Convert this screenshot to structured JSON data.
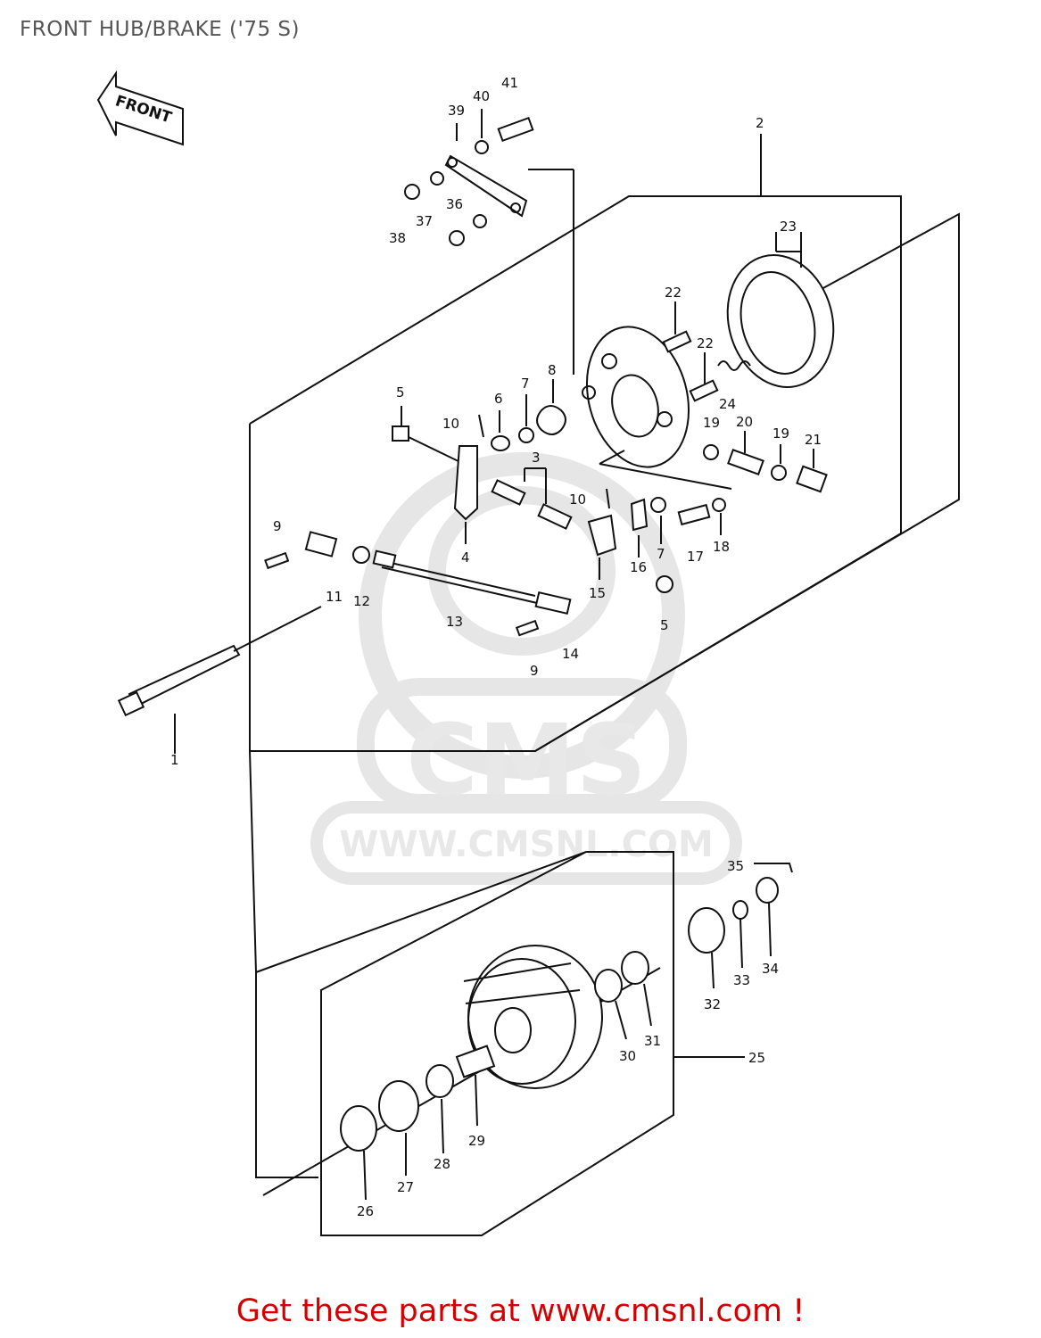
{
  "title": "FRONT HUB/BRAKE ('75 S)",
  "front_arrow_label": "FRONT",
  "watermark": {
    "logo_text": "CMS",
    "url_text": "WWW.CMSNL.COM"
  },
  "footer": {
    "link_text": "Get these parts at www.cmsnl.com !"
  },
  "colors": {
    "footer_link": "#d40000",
    "title": "#555555",
    "watermark": "#e6e6e6",
    "line": "#111111"
  },
  "callouts": {
    "c1": "1",
    "c2": "2",
    "c3": "3",
    "c4": "4",
    "c5a": "5",
    "c5b": "5",
    "c6": "6",
    "c7a": "7",
    "c7b": "7",
    "c8": "8",
    "c9a": "9",
    "c9b": "9",
    "c10a": "10",
    "c10b": "10",
    "c11": "11",
    "c12": "12",
    "c13": "13",
    "c14": "14",
    "c15": "15",
    "c16": "16",
    "c17": "17",
    "c18": "18",
    "c19a": "19",
    "c19b": "19",
    "c20": "20",
    "c21": "21",
    "c22a": "22",
    "c22b": "22",
    "c23": "23",
    "c24": "24",
    "c25": "25",
    "c26": "26",
    "c27": "27",
    "c28": "28",
    "c29": "29",
    "c30": "30",
    "c31": "31",
    "c32": "32",
    "c33": "33",
    "c34": "34",
    "c35": "35",
    "c36": "36",
    "c37": "37",
    "c38": "38",
    "c39": "39",
    "c40": "40",
    "c41": "41"
  }
}
